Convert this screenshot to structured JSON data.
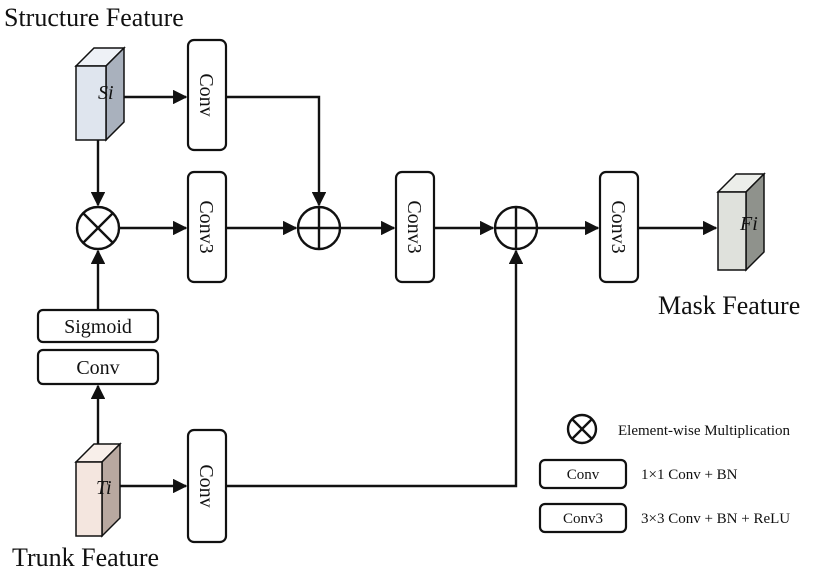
{
  "labels": {
    "structure_feature": "Structure Feature",
    "trunk_feature": "Trunk Feature",
    "mask_feature": "Mask Feature"
  },
  "features": {
    "si": "Si",
    "ti": "Ti",
    "fi": "Fi"
  },
  "blocks": {
    "conv_si": "Conv",
    "conv3_a": "Conv3",
    "conv3_b": "Conv3",
    "conv3_c": "Conv3",
    "sigmoid": "Sigmoid",
    "conv_gate": "Conv",
    "conv_ti": "Conv"
  },
  "legend": {
    "multiply_desc": "Element-wise Multiplication",
    "conv_label": "Conv",
    "conv_desc": "1×1 Conv + BN",
    "conv3_label": "Conv3",
    "conv3_desc": "3×3 Conv + BN + ReLU"
  },
  "colors": {
    "si_front": "#dfe5ee",
    "si_side": "#a9b1bd",
    "ti_front": "#f4e6df",
    "ti_side": "#b8a8a0",
    "fi_front": "#dfe1dc",
    "fi_side": "#8f928c"
  }
}
